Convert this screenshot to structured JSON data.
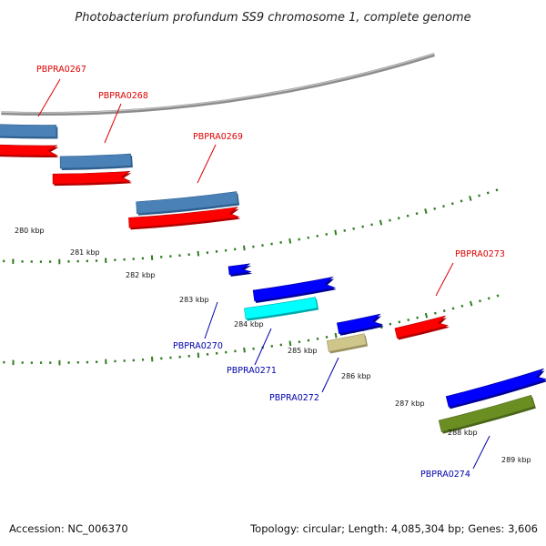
{
  "title": "Photobacterium profundum SS9 chromosome 1, complete genome",
  "footer": {
    "accession": "Accession: NC_006370",
    "summary": "Topology: circular; Length: 4,085,304 bp; Genes: 3,606"
  },
  "colors": {
    "backbone": "#8c8c8c",
    "tick": "#2e7d1e",
    "label_top": "#dd0000",
    "label_bottom": "#0000aa"
  },
  "scale": {
    "unit": "kbp",
    "labels": [
      "280 kbp",
      "281 kbp",
      "282 kbp",
      "283 kbp",
      "284 kbp",
      "285 kbp",
      "286 kbp",
      "287 kbp",
      "288 kbp",
      "289 kbp"
    ]
  },
  "genes": [
    {
      "name": "PBPRA0267",
      "color": "#dd0000"
    },
    {
      "name": "PBPRA0268",
      "color": "#dd0000"
    },
    {
      "name": "PBPRA0269",
      "color": "#dd0000"
    },
    {
      "name": "PBPRA0270",
      "color": "#0000aa"
    },
    {
      "name": "PBPRA0271",
      "color": "#0000aa"
    },
    {
      "name": "PBPRA0272",
      "color": "#0000aa"
    },
    {
      "name": "PBPRA0273",
      "color": "#dd0000"
    },
    {
      "name": "PBPRA0274",
      "color": "#0000aa"
    }
  ],
  "features": [
    {
      "name": "blue-feature-1",
      "color": "#4a82b8",
      "dark": "#2f5f8f"
    },
    {
      "name": "blue-feature-2",
      "color": "#4a82b8",
      "dark": "#2f5f8f"
    },
    {
      "name": "blue-feature-3",
      "color": "#4a82b8",
      "dark": "#2f5f8f"
    },
    {
      "name": "red-arrow-1",
      "color": "#ff0000",
      "dark": "#b00000"
    },
    {
      "name": "red-arrow-2",
      "color": "#ff0000",
      "dark": "#b00000"
    },
    {
      "name": "red-arrow-3",
      "color": "#ff0000",
      "dark": "#b00000"
    },
    {
      "name": "blue-arrow-small",
      "color": "#0000ff",
      "dark": "#000099"
    },
    {
      "name": "blue-arrow-1",
      "color": "#0000ff",
      "dark": "#000099"
    },
    {
      "name": "cyan-feature",
      "color": "#00ffff",
      "dark": "#00aaaa"
    },
    {
      "name": "blue-arrow-2",
      "color": "#0000ff",
      "dark": "#000099"
    },
    {
      "name": "khaki-feature",
      "color": "#cfc68a",
      "dark": "#9a9060"
    },
    {
      "name": "red-arrow-4",
      "color": "#ff0000",
      "dark": "#b00000"
    },
    {
      "name": "blue-arrow-3",
      "color": "#0000ff",
      "dark": "#000099"
    },
    {
      "name": "olive-feature",
      "color": "#6b8e23",
      "dark": "#4a6418"
    }
  ]
}
